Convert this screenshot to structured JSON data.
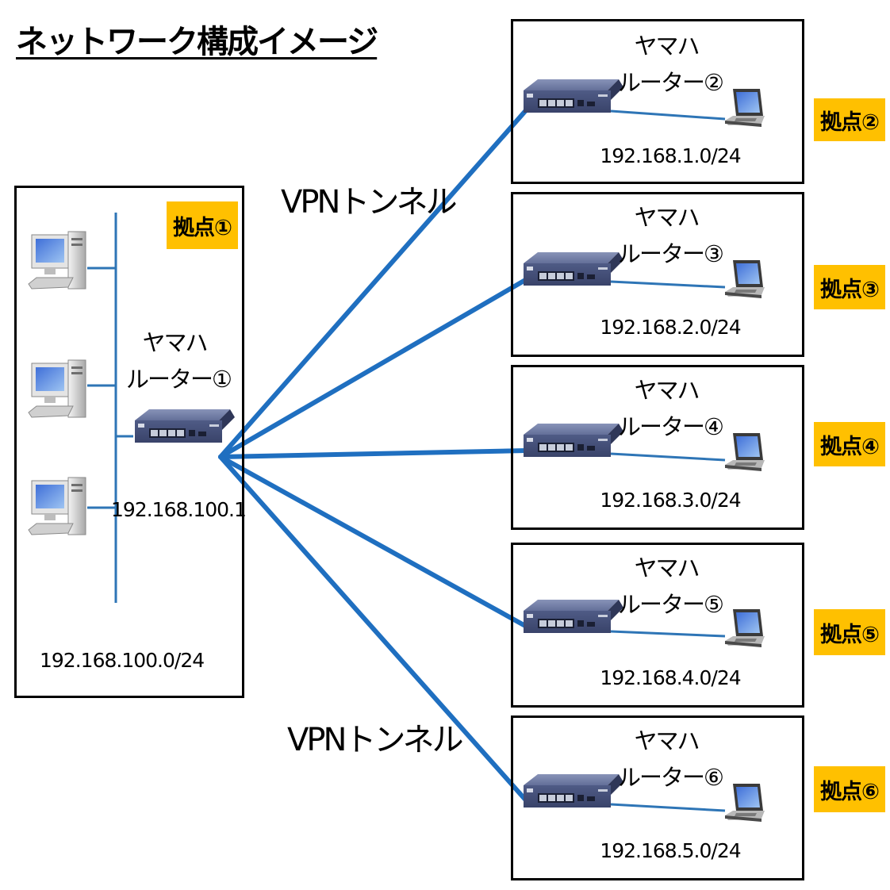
{
  "title": "ネットワーク構成イメージ",
  "vpn_labels": [
    "VPNトンネル",
    "VPNトンネル"
  ],
  "colors": {
    "tunnel": "#1F6FC0",
    "lan": "#2E75B6",
    "badge": "#FFC000"
  },
  "main_site": {
    "badge": "拠点①",
    "router_name_line1": "ヤマハ",
    "router_name_line2": "ルーター①",
    "router_ip": "192.168.100.1",
    "network": "192.168.100.0/24"
  },
  "branches": [
    {
      "router_name_line1": "ヤマハ",
      "router_name_line2": "ルーター②",
      "network": "192.168.1.0/24",
      "badge": "拠点②"
    },
    {
      "router_name_line1": "ヤマハ",
      "router_name_line2": "ルーター③",
      "network": "192.168.2.0/24",
      "badge": "拠点③"
    },
    {
      "router_name_line1": "ヤマハ",
      "router_name_line2": "ルーター④",
      "network": "192.168.3.0/24",
      "badge": "拠点④"
    },
    {
      "router_name_line1": "ヤマハ",
      "router_name_line2": "ルーター⑤",
      "network": "192.168.4.0/24",
      "badge": "拠点⑤"
    },
    {
      "router_name_line1": "ヤマハ",
      "router_name_line2": "ルーター⑥",
      "network": "192.168.5.0/24",
      "badge": "拠点⑥"
    }
  ]
}
